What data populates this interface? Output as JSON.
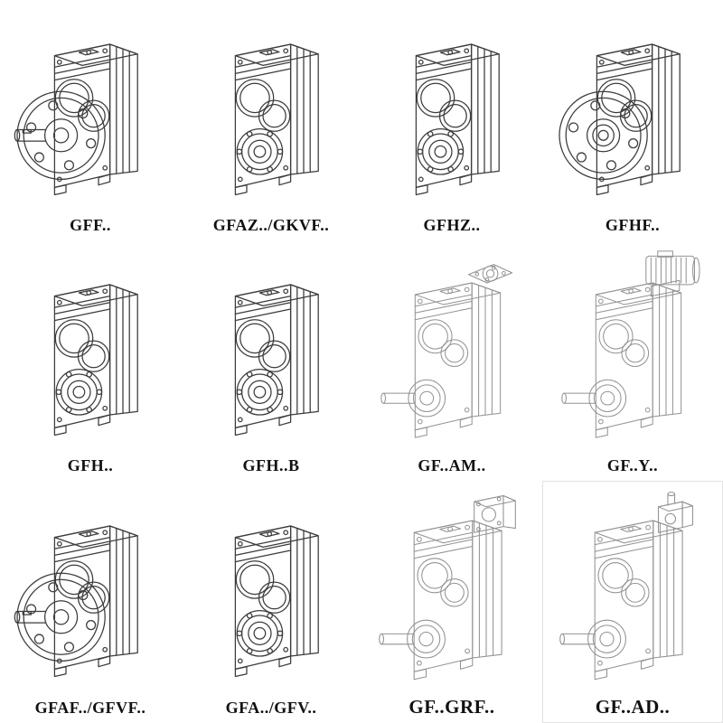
{
  "page": {
    "background": "#ffffff",
    "colors": {
      "line": "#3c3c3c",
      "line_light": "#929292",
      "text": "#111111"
    }
  },
  "grid": {
    "items": [
      {
        "label": "GFF..",
        "variant": "flange-mounted-solid-shaft",
        "style": "solid"
      },
      {
        "label": "GFAZ../GKVF..",
        "variant": "hollow-shaft",
        "style": "solid"
      },
      {
        "label": "GFHZ..",
        "variant": "hollow-shaft-shrink-disc",
        "style": "solid"
      },
      {
        "label": "GFHF..",
        "variant": "flange-hollow-shaft",
        "style": "solid"
      },
      {
        "label": "GFH..",
        "variant": "hollow-shaft",
        "style": "solid"
      },
      {
        "label": "GFH..B",
        "variant": "hollow-shaft-backstop",
        "style": "solid"
      },
      {
        "label": "GF..AM..",
        "variant": "iec-adapter-flange",
        "style": "light"
      },
      {
        "label": "GF..Y..",
        "variant": "motor-mounted",
        "style": "light"
      },
      {
        "label": "GFAF../GFVF..",
        "variant": "flange-mounted-solid-shaft",
        "style": "solid"
      },
      {
        "label": "GFA../GFV..",
        "variant": "hollow-shaft",
        "style": "solid"
      },
      {
        "label": "GF..GRF..",
        "variant": "input-adapter-box",
        "style": "light"
      },
      {
        "label": "GF..AD..",
        "variant": "input-shaft-adapter",
        "style": "light"
      }
    ]
  }
}
